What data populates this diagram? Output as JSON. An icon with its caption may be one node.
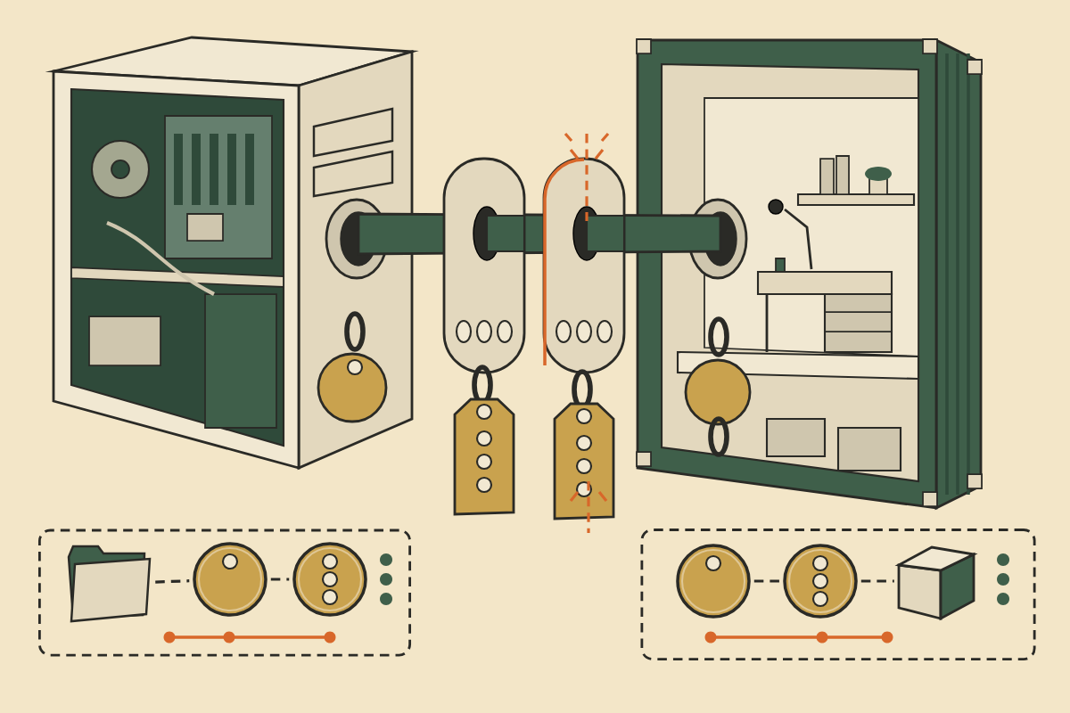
{
  "diagram": {
    "nodes": [
      {
        "text": [],
        "shape": "box"
      },
      {
        "text": [],
        "shape": "folder",
        "in": 0
      },
      {
        "text": [],
        "shape": "circle",
        "in": 0
      },
      {
        "text": [],
        "shape": "circle",
        "in": 0
      },
      {
        "text": [],
        "shape": "box"
      },
      {
        "text": [],
        "shape": "circle",
        "in": 4
      },
      {
        "text": [],
        "shape": "circle",
        "in": 4
      },
      {
        "text": [],
        "shape": "cube",
        "in": 4
      }
    ],
    "edges": [
      {
        "from": 1,
        "to": 2,
        "arrow": "none",
        "style": "dashed"
      },
      {
        "from": 2,
        "to": 3,
        "arrow": "none",
        "style": "dashed"
      },
      {
        "from": 5,
        "to": 6,
        "arrow": "none",
        "style": "dashed"
      },
      {
        "from": 6,
        "to": 7,
        "arrow": "none",
        "style": "dashed"
      }
    ]
  }
}
